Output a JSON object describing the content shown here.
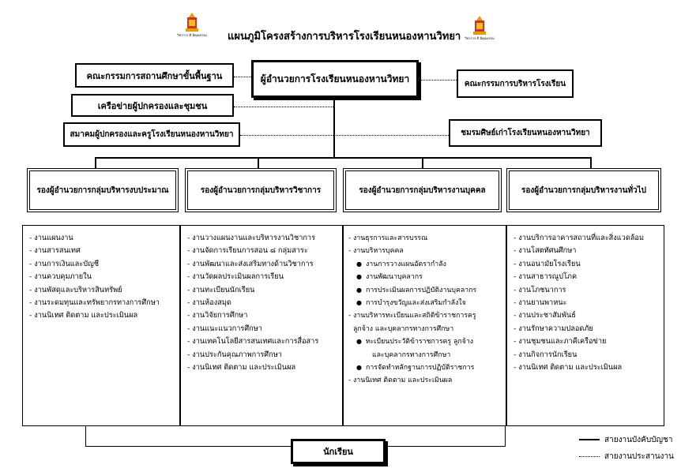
{
  "header": {
    "title": "แผนภูมิโครงสร้างการบริหารโรงเรียนหนองหานวิทยา",
    "seal_text": "วิชาการ ดี มีคุณธรรม"
  },
  "top": {
    "director": "ผู้อำนวยการโรงเรียนหนองหานวิทยา",
    "basic_committee": "คณะกรรมการสถานศึกษาขั้นพื้นฐาน",
    "school_committee": "คณะกรรมการบริหารโรงเรียน",
    "parent_network": "เครือข่ายผู้ปกครองและชุมชน",
    "parent_teacher_assoc": "สมาคมผู้ปกครองและครูโรงเรียนหนองหานวิทยา",
    "alumni": "ชมรมศิษย์เก่าโรงเรียนหนองหานวิทยา"
  },
  "deputies": [
    "รองผู้อำนวยการกลุ่มบริหารงบประมาณ",
    "รองผู้อำนวยการกลุ่มบริหารวิชาการ",
    "รองผู้อำนวยการกลุ่มบริหารงานบุคคล",
    "รองผู้อำนวยการกลุ่มบริหารงานทั่วไป"
  ],
  "budget_tasks": [
    "-  งานแผนงาน",
    "-  งานสารสนเทศ",
    "-  งานการเงินและบัญชี",
    "-  งานควบคุมภายใน",
    "-  งานพัสดุและบริหารสินทรัพย์",
    "-  งานระดมทุนและทรัพยากรทางการศึกษา",
    "-  งานนิเทศ ติดตาม และประเมินผล"
  ],
  "academic_tasks": [
    "-  งานวางแผนงานและบริหารงานวิชาการ",
    "-  งานจัดการเรียนการสอน ๘ กลุ่มสาระ",
    "-  งานพัฒนาและส่งเสริมทางด้านวิชาการ",
    "-  งานวัดผลประเมินผลการเรียน",
    "-  งานทะเบียนนักเรียน",
    "-  งานห้องสมุด",
    "-  งานวิจัยการศึกษา",
    "-  งานแนะแนวการศึกษา",
    "-  งานเทคโนโลยีสารสนเทศและการสื่อสาร",
    "-  งานประกันคุณภาพการศึกษา",
    "-  งานนิเทศ ติดตาม และประเมินผล"
  ],
  "personnel": {
    "i1": "- งานธุรการและสารบรรณ",
    "i2": "- งานบริหารบุคคล",
    "s1": "งานการวางแผนอัตรากำลัง",
    "s2": "งานพัฒนาบุคลากร",
    "s3": "การประเมินผลการปฏิบัติงานบุคลากร",
    "s4": "การบำรุงขวัญและส่งเสริมกำลังใจ",
    "i3": "- งานบริหารทะเบียนและสถิติข้าราชการครู",
    "i3b": "ลูกจ้าง และบุคลากรทางการศึกษา",
    "s5": "ทะเบียนประวัติข้าราชการครู ลูกจ้าง",
    "s5b": "และบุคลากรทางการศึกษา",
    "s6": "การจัดทำหลักฐานการปฏิบัติราชการ",
    "i4": "-  งานนิเทศ ติดตาม และประเมินผล"
  },
  "general_tasks": [
    "-  งานบริการอาคารสถานที่และสิ่งแวดล้อม",
    "-  งานโสตทัศนศึกษา",
    "-  งานอนามัยโรงเรียน",
    "-  งานสาธารณูปโภค",
    "-  งานโภชนาการ",
    "-  งานยานพาหนะ",
    "-  งานประชาสัมพันธ์",
    "-  งานรักษาความปลอดภัย",
    "-  งานชุมชนและภาคีเครือข่าย",
    "-  งานกิจการนักเรียน",
    "-  งานนิเทศ ติดตาม และประเมินผล"
  ],
  "students": "นักเรียน",
  "legend": {
    "command": "สายงานบังคับบัญชา",
    "coordinate": "สายงานประสานงาน"
  }
}
